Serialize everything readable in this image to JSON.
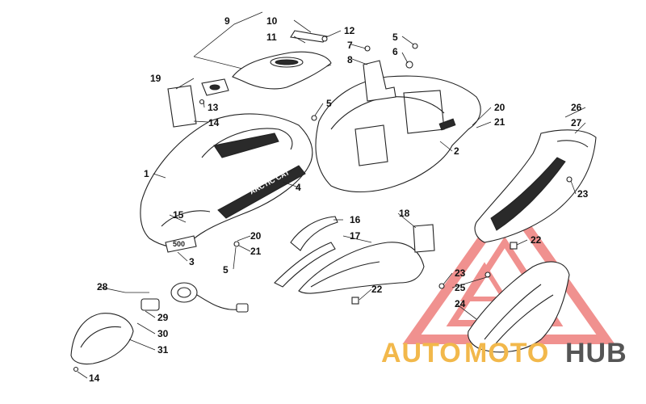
{
  "diagram": {
    "callouts": {
      "c1": "1",
      "c2": "2",
      "c3": "3",
      "c4": "4",
      "c5a": "5",
      "c5b": "5",
      "c5c": "5",
      "c6": "6",
      "c7": "7",
      "c8": "8",
      "c9": "9",
      "c10": "10",
      "c11": "11",
      "c12": "12",
      "c13": "13",
      "c14a": "14",
      "c14b": "14",
      "c15": "15",
      "c16": "16",
      "c17": "17",
      "c18": "18",
      "c19": "19",
      "c20a": "20",
      "c20b": "20",
      "c21a": "21",
      "c21b": "21",
      "c22a": "22",
      "c22b": "22",
      "c23a": "23",
      "c23b": "23",
      "c24": "24",
      "c25": "25",
      "c26": "26",
      "c27": "27",
      "c28": "28",
      "c29": "29",
      "c30": "30",
      "c31": "31"
    },
    "decal_text": {
      "brand": "ARCTIC CAT",
      "model": "500"
    }
  },
  "watermark": {
    "part1": "AUTO",
    "part2": "MOTO",
    "part3": "HUB",
    "color_auto": "#f2b84b",
    "color_moto": "#f2b84b",
    "color_hub": "#555555",
    "triangle_color": "#e53935"
  }
}
